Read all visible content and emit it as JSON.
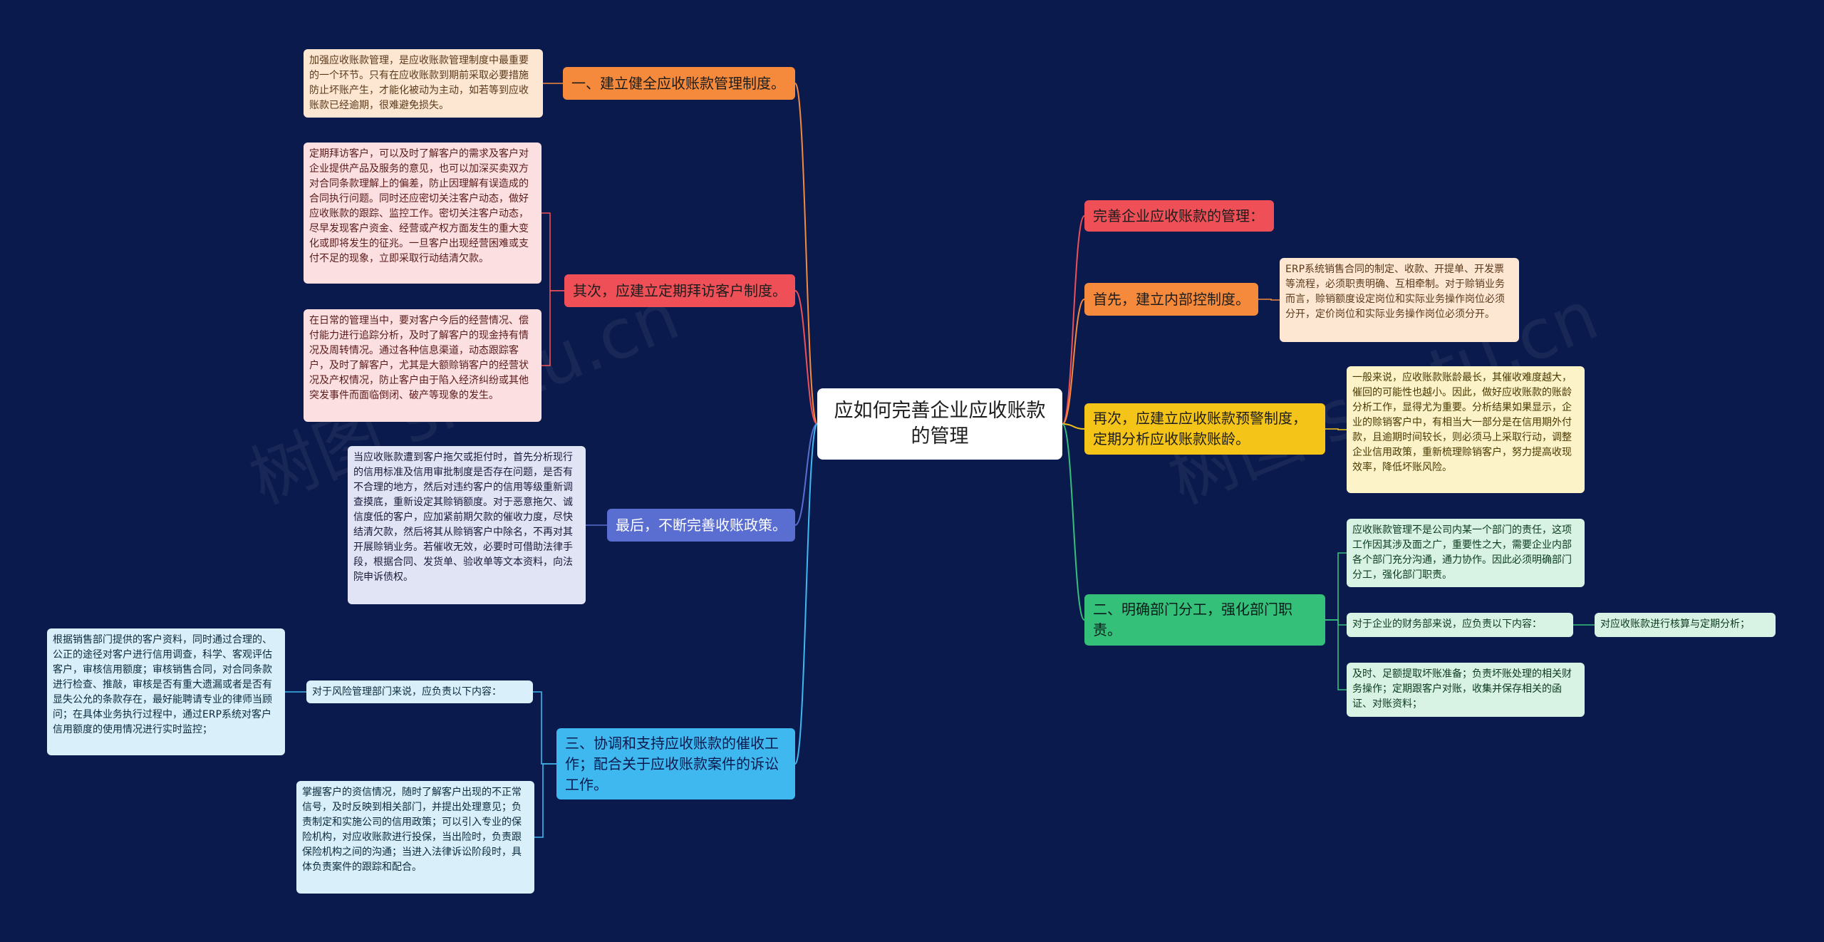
{
  "colors": {
    "background": "#0b1a4d",
    "orange": "#f58a3c",
    "red": "#ef5057",
    "blue": "#5a6ed2",
    "sky": "#3fb8f0",
    "gold": "#f5c418",
    "green": "#35c07a"
  },
  "diagram": {
    "root": {
      "label": "应如何完善企业应收账款的管理"
    },
    "left": [
      {
        "label": "一、建立健全应收账款管理制度。",
        "notes": [
          "加强应收账款管理，是应收账款管理制度中最重要的一个环节。只有在应收账款到期前采取必要措施防止坏账产生，才能化被动为主动，如若等到应收账款已经逾期，很难避免损失。"
        ]
      },
      {
        "label": "其次，应建立定期拜访客户制度。",
        "notes": [
          "定期拜访客户，可以及时了解客户的需求及客户对企业提供产品及服务的意见，也可以加深买卖双方对合同条款理解上的偏差，防止因理解有误造成的合同执行问题。同时还应密切关注客户动态，做好应收账款的跟踪、监控工作。密切关注客户动态，尽早发现客户资金、经营或产权方面发生的重大变化或即将发生的征兆。一旦客户出现经营困难或支付不足的现象，立即采取行动结清欠款。",
          "在日常的管理当中，要对客户今后的经营情况、偿付能力进行追踪分析，及时了解客户的现金持有情况及周转情况。通过各种信息渠道，动态跟踪客户，及时了解客户，尤其是大额赊销客户的经营状况及产权情况，防止客户由于陷入经济纠纷或其他突发事件而面临倒闭、破产等现象的发生。"
        ]
      },
      {
        "label": "最后，不断完善收账政策。",
        "notes": [
          "当应收账款遭到客户拖欠或拒付时，首先分析现行的信用标准及信用审批制度是否存在问题，是否有不合理的地方，然后对违约客户的信用等级重新调查摸底，重新设定其赊销额度。对于恶意拖欠、诚信度低的客户，应加紧前期欠款的催收力度，尽快结清欠款，然后将其从赊销客户中除名，不再对其开展赊销业务。若催收无效，必要时可借助法律手段，根据合同、发货单、验收单等文本资料，向法院申诉债权。"
        ]
      },
      {
        "label": "三、协调和支持应收账款的催收工作；配合关于应收账款案件的诉讼工作。",
        "sub": "对于风险管理部门来说，应负责以下内容：",
        "sub_note": "根据销售部门提供的客户资料，同时通过合理的、公正的途径对客户进行信用调查，科学、客观评估客户，审核信用额度；审核销售合同，对合同条款进行检查、推敲，审核是否有重大遗漏或者是否有显失公允的条款存在，最好能聘请专业的律师当顾问；在具体业务执行过程中，通过ERP系统对客户信用额度的使用情况进行实时监控；",
        "notes": [
          "掌握客户的资信情况，随时了解客户出现的不正常信号，及时反映到相关部门，并提出处理意见；负责制定和实施公司的信用政策；可以引入专业的保险机构，对应收账款进行投保，当出险时，负责跟保险机构之间的沟通；当进入法律诉讼阶段时，具体负责案件的跟踪和配合。"
        ]
      }
    ],
    "right": [
      {
        "label": "完善企业应收账款的管理："
      },
      {
        "label": "首先，建立内部控制度。",
        "notes": [
          "ERP系统销售合同的制定、收款、开提单、开发票等流程，必须职责明确、互相牵制。对于赊销业务而言，赊销额度设定岗位和实际业务操作岗位必须分开，定价岗位和实际业务操作岗位必须分开。"
        ]
      },
      {
        "label": "再次，应建立应收账款预警制度，定期分析应收账款账龄。",
        "notes": [
          "一般来说，应收账款账龄最长，其催收难度越大，催回的可能性也越小。因此，做好应收账款的账龄分析工作，显得尤为重要。分析结果如果显示，企业的赊销客户中，有相当大一部分是在信用期外付款，且逾期时间较长，则必须马上采取行动，调整企业信用政策，重新梳理赊销客户，努力提高收现效率，降低坏账风险。"
        ]
      },
      {
        "label": "二、明确部门分工，强化部门职责。",
        "notes": [
          "应收账款管理不是公司内某一个部门的责任，这项工作因其涉及面之广，重要性之大，需要企业内部各个部门充分沟通，通力协作。因此必须明确部门分工，强化部门职责。",
          "对于企业的财务部来说，应负责以下内容：",
          "及时、足额提取坏账准备；负责坏账处理的相关财务操作；定期跟客户对账，收集并保存相关的函证、对账资料；"
        ],
        "sub_note": "对应收账款进行核算与定期分析；"
      }
    ]
  }
}
